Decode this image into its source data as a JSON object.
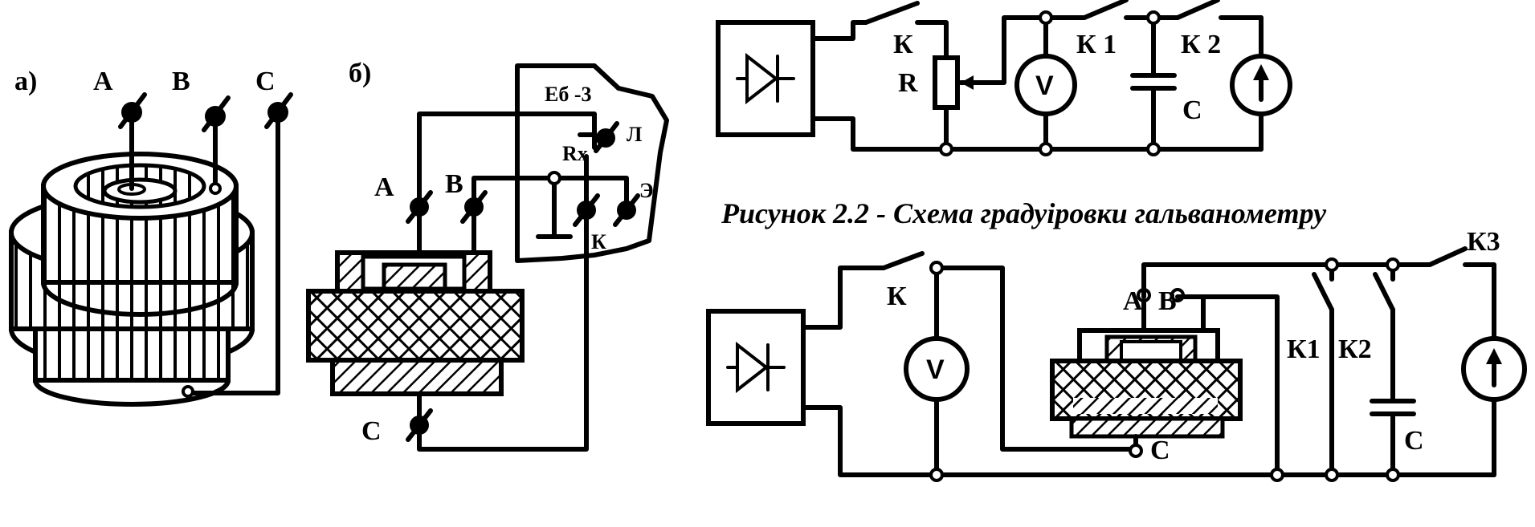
{
  "figure_a": {
    "label": "а)",
    "terminals": [
      "А",
      "В",
      "С"
    ]
  },
  "figure_b": {
    "label": "б)",
    "device": "Еб -3",
    "terminals": {
      "a": "А",
      "b": "В",
      "c": "С",
      "rx": "Rx",
      "l": "Л",
      "e": "Э",
      "k": "К"
    }
  },
  "figure_2_2": {
    "caption": "Рисунок 2.2 - Схема градуіровки гальванометру",
    "switch_k": "К",
    "resistor": "R",
    "voltmeter": "V",
    "switch_k1": "К 1",
    "switch_k2": "К 2",
    "capacitor": "С"
  },
  "figure_bottom": {
    "switch_k": "К",
    "voltmeter": "V",
    "terminal_a": "А",
    "terminal_b": "В",
    "terminal_c": "С",
    "switch_k1": "К1",
    "switch_k2": "К2",
    "switch_k3": "К3",
    "capacitor": "С"
  }
}
